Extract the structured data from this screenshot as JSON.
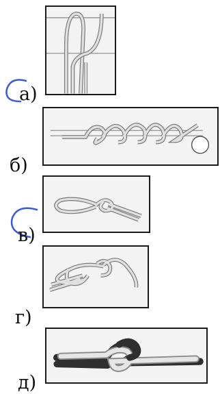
{
  "options": [
    {
      "id": "a",
      "label": "а)",
      "picture": "knot-with-two-strands-hanging-icon",
      "marked": true
    },
    {
      "id": "b",
      "label": "б)",
      "picture": "rope-coiled-around-bar-knot-icon",
      "marked": false
    },
    {
      "id": "v",
      "label": "в)",
      "picture": "loop-knot-icon",
      "marked": true
    },
    {
      "id": "g",
      "label": "г)",
      "picture": "large-loop-knot-icon",
      "marked": false
    },
    {
      "id": "d",
      "label": "д)",
      "picture": "square-knot-two-ropes-icon",
      "marked": false
    }
  ],
  "colors": {
    "frame_border": "#1a1a1a",
    "frame_fill": "#f3f3f3",
    "rope_light": "#d9d9d9",
    "rope_outline": "#7a7a7a",
    "rope_dark": "#3a3a3a",
    "pen_mark": "#3a5bd9"
  }
}
